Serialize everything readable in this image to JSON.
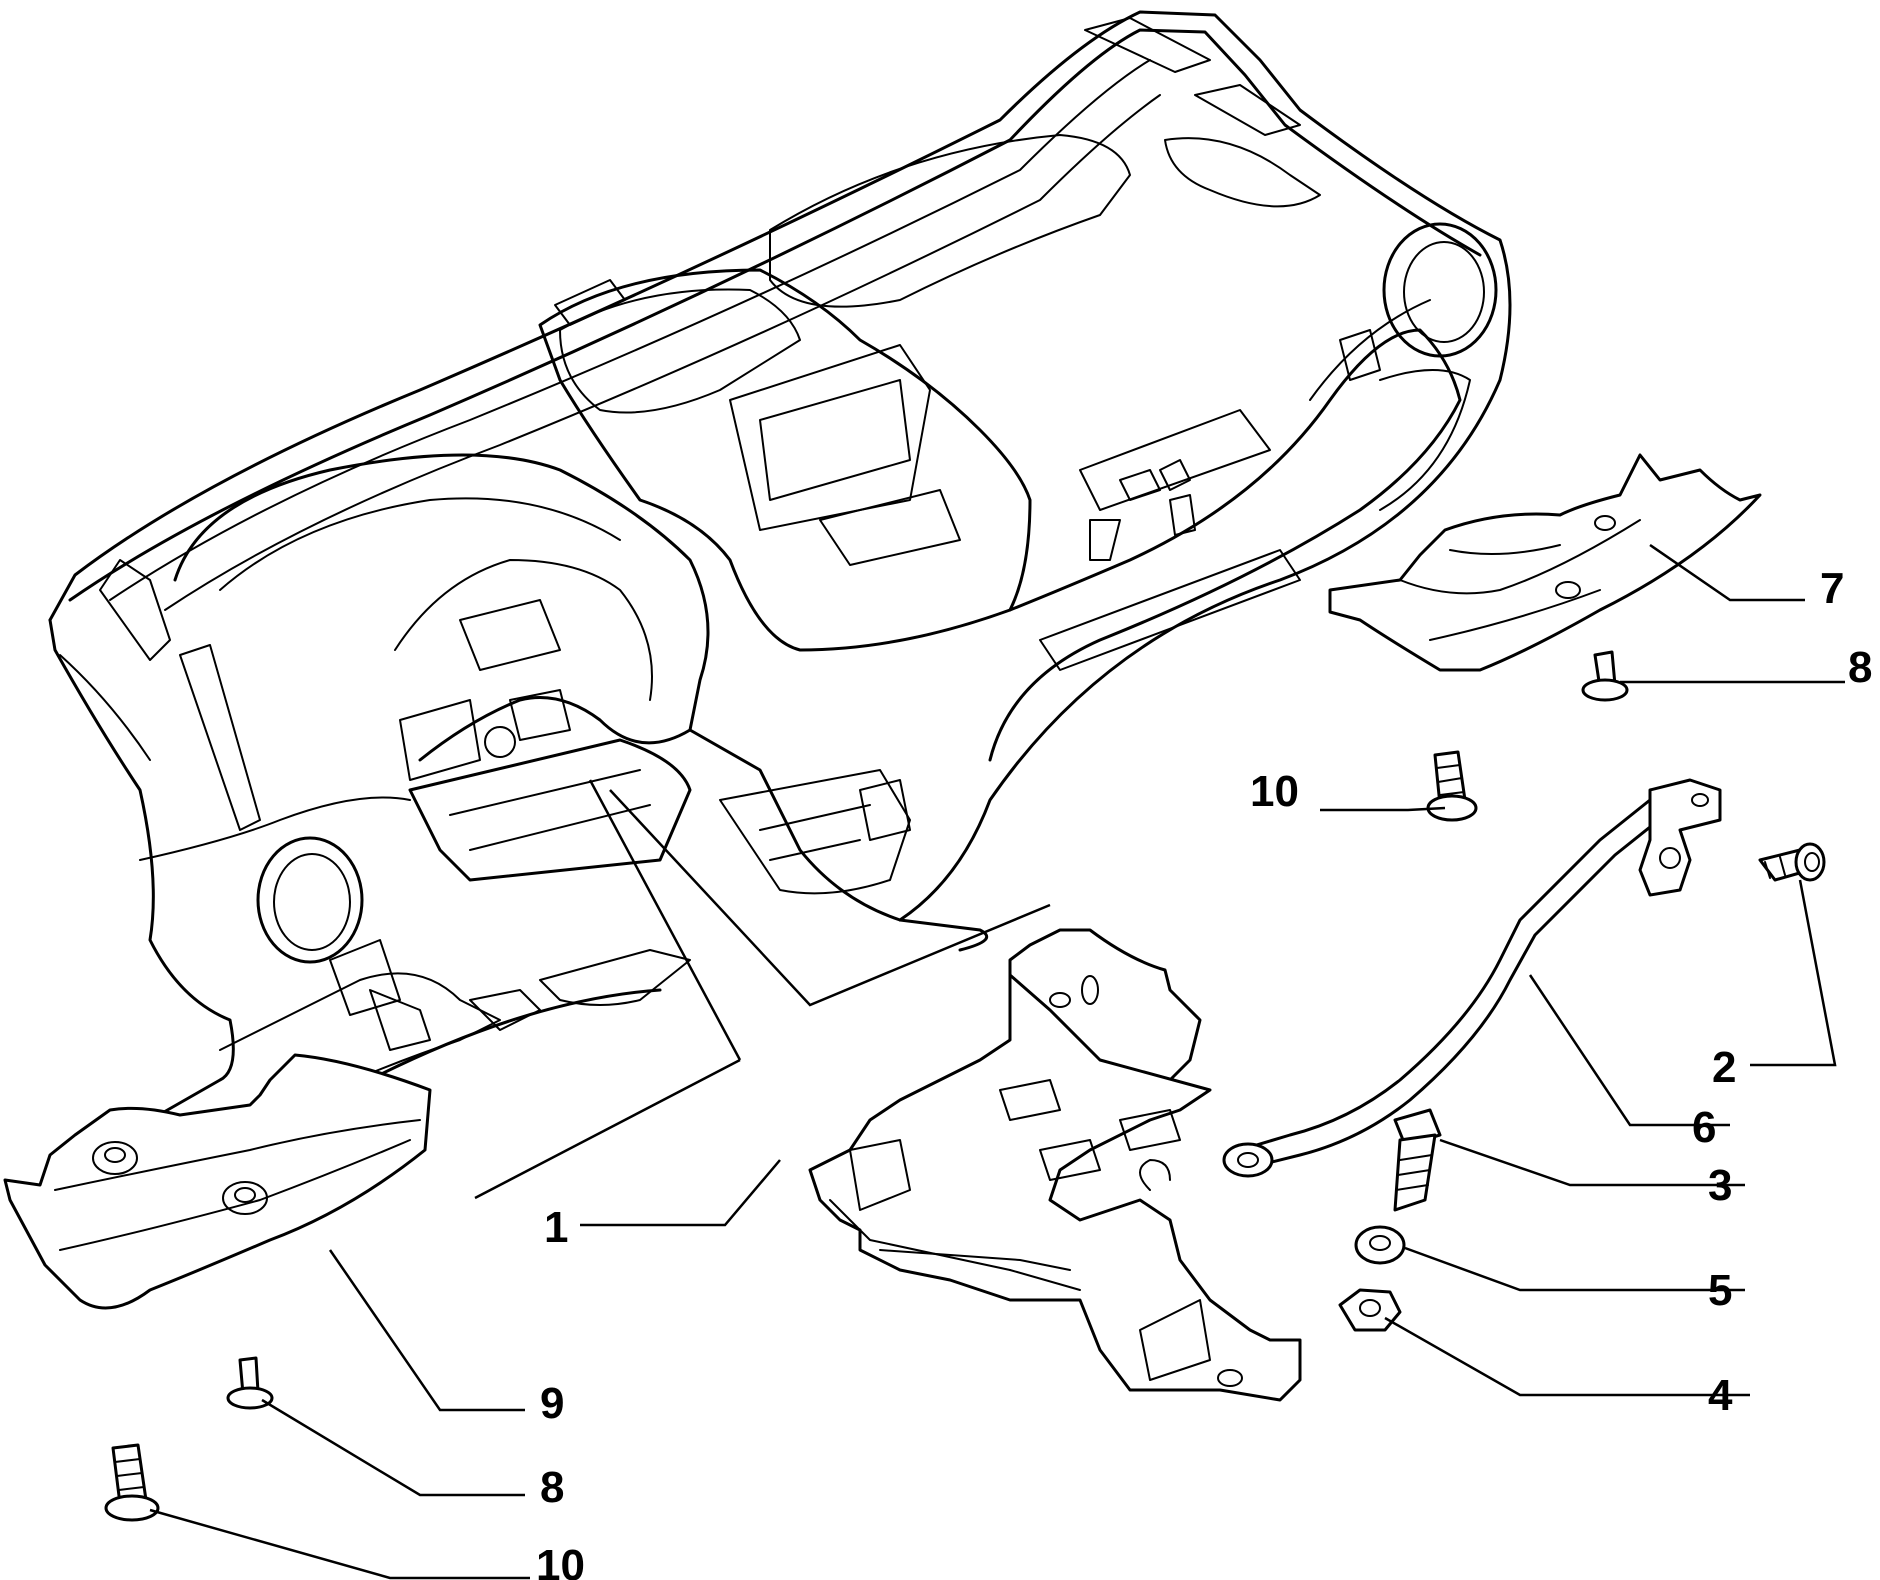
{
  "callouts": [
    {
      "id": "c1",
      "text": "1"
    },
    {
      "id": "c2",
      "text": "2"
    },
    {
      "id": "c3",
      "text": "3"
    },
    {
      "id": "c4",
      "text": "4"
    },
    {
      "id": "c5",
      "text": "5"
    },
    {
      "id": "c6",
      "text": "6"
    },
    {
      "id": "c7",
      "text": "7"
    },
    {
      "id": "c8a",
      "text": "8"
    },
    {
      "id": "c8b",
      "text": "8"
    },
    {
      "id": "c9",
      "text": "9"
    },
    {
      "id": "c10a",
      "text": "10"
    },
    {
      "id": "c10b",
      "text": "10"
    }
  ]
}
